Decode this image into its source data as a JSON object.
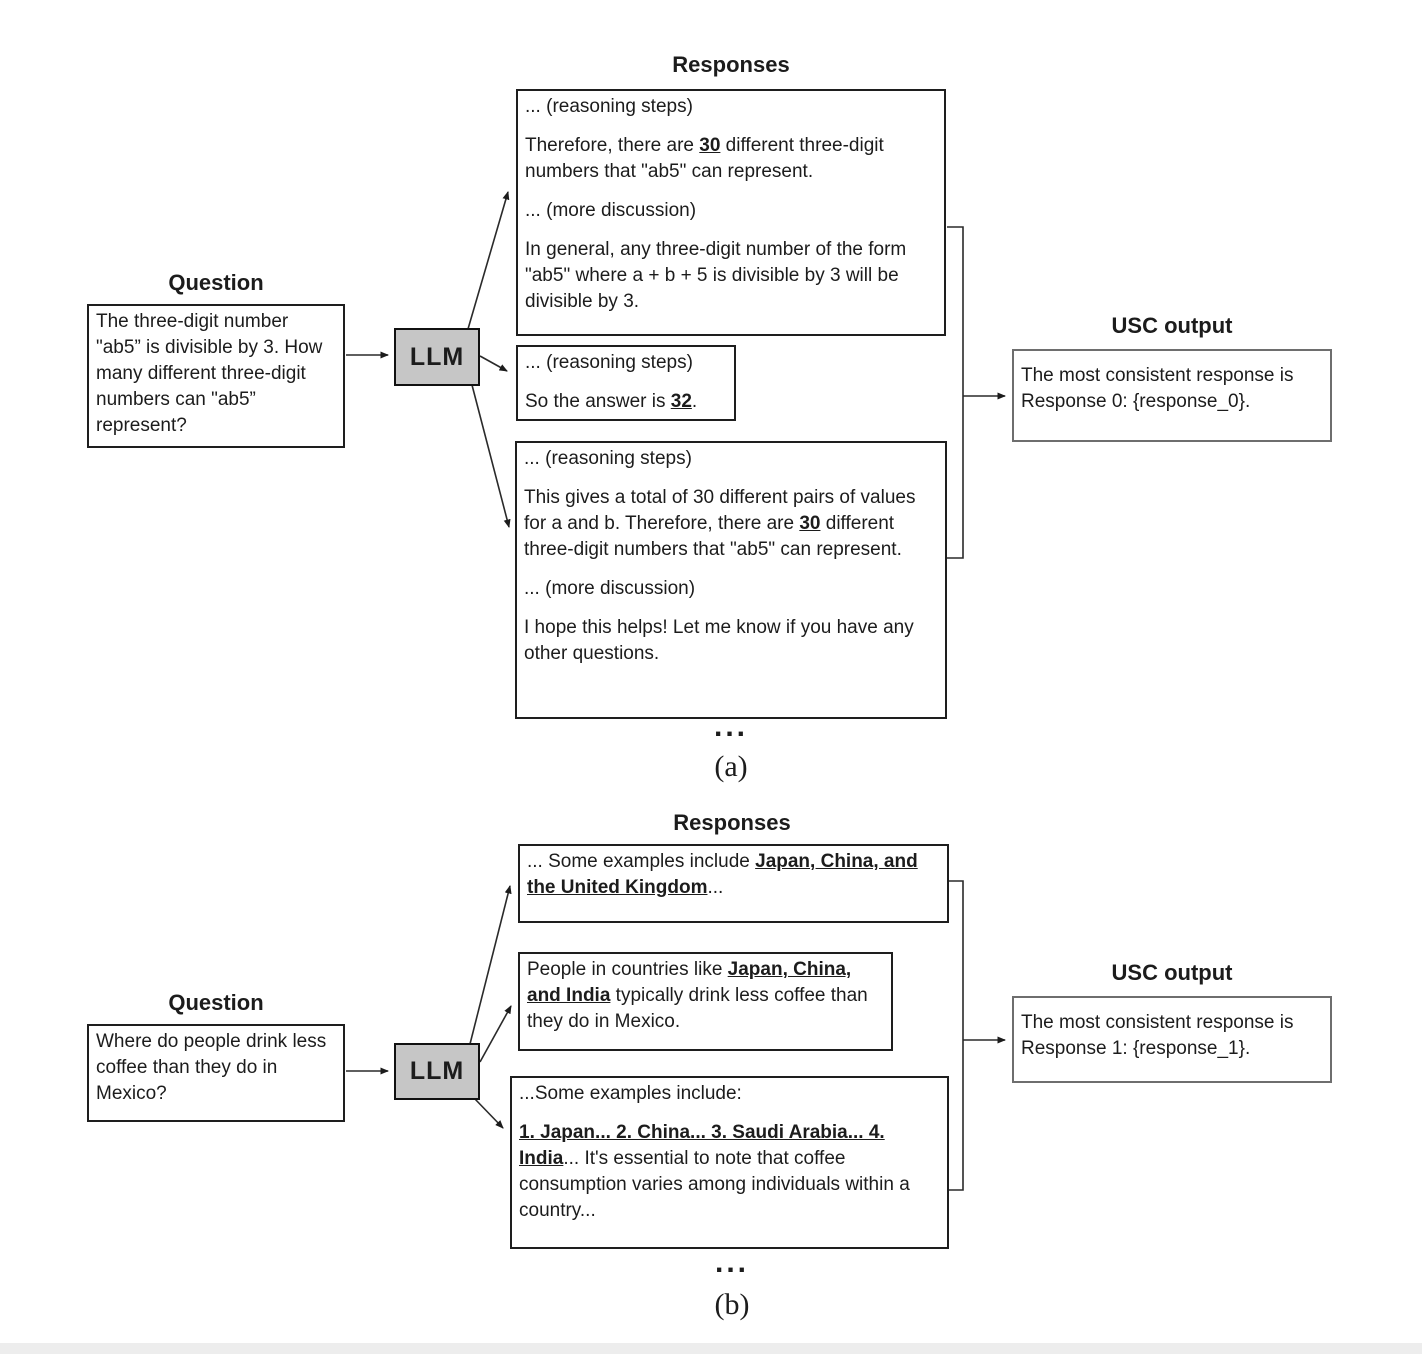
{
  "colors": {
    "llm_box_fill": "#c6c6c6",
    "box_border": "#1e1e1e",
    "usc_border": "#6e6e6e",
    "bottom_strip": "#ededed",
    "arrow": "#222222"
  },
  "a": {
    "question_heading": "Question",
    "question": "The three-digit number \"ab5” is divisible by 3. How many different three-digit numbers can \"ab5” represent?",
    "llm_label": "LLM",
    "responses_heading": "Responses",
    "responses": {
      "r1": {
        "p1": "... (reasoning steps)",
        "p2": {
          "s0": "Therefore, there are ",
          "s1": "30",
          "s2": " different three-digit numbers that \"ab5\" can represent."
        },
        "p3": "... (more discussion)",
        "p4": "In general, any three-digit number of the form \"ab5\" where a + b + 5 is divisible by 3 will be divisible by 3."
      },
      "r2": {
        "p1": "... (reasoning steps)",
        "p2": {
          "s0": "So the answer is ",
          "s1": "32",
          "s2": "."
        }
      },
      "r3": {
        "p1": "... (reasoning steps)",
        "p2": {
          "s0": "This gives a total of 30 different pairs of values for a and b. Therefore, there are ",
          "s1": "30",
          "s2": " different three-digit numbers that \"ab5\" can represent."
        },
        "p3": "... (more discussion)",
        "p4": "I hope this helps! Let me know if you have any other questions."
      }
    },
    "ellipsis": "...",
    "usc_heading": "USC output",
    "usc_text": "The most consistent response is Response 0: {response_0}.",
    "caption": "(a)"
  },
  "b": {
    "question_heading": "Question",
    "question": "Where do people drink less coffee than they do in Mexico?",
    "llm_label": "LLM",
    "responses_heading": "Responses",
    "responses": {
      "r1": {
        "p1": {
          "s0": "... Some examples include ",
          "s1": "Japan, China, and the United Kingdom",
          "s2": "..."
        }
      },
      "r2": {
        "p1": {
          "s0": "People in countries like ",
          "s1": "Japan, China, and India",
          "s2": " typically drink less coffee than they do in Mexico."
        }
      },
      "r3": {
        "p1": "...Some examples include:",
        "p2": {
          "s0": "1. Japan... 2. China... 3. Saudi Arabia... 4. India",
          "s1": "... It's essential to note that coffee consumption varies among individuals within a country..."
        }
      }
    },
    "ellipsis": "...",
    "usc_heading": "USC output",
    "usc_text": "The most consistent response is Response 1: {response_1}.",
    "caption": "(b)"
  }
}
